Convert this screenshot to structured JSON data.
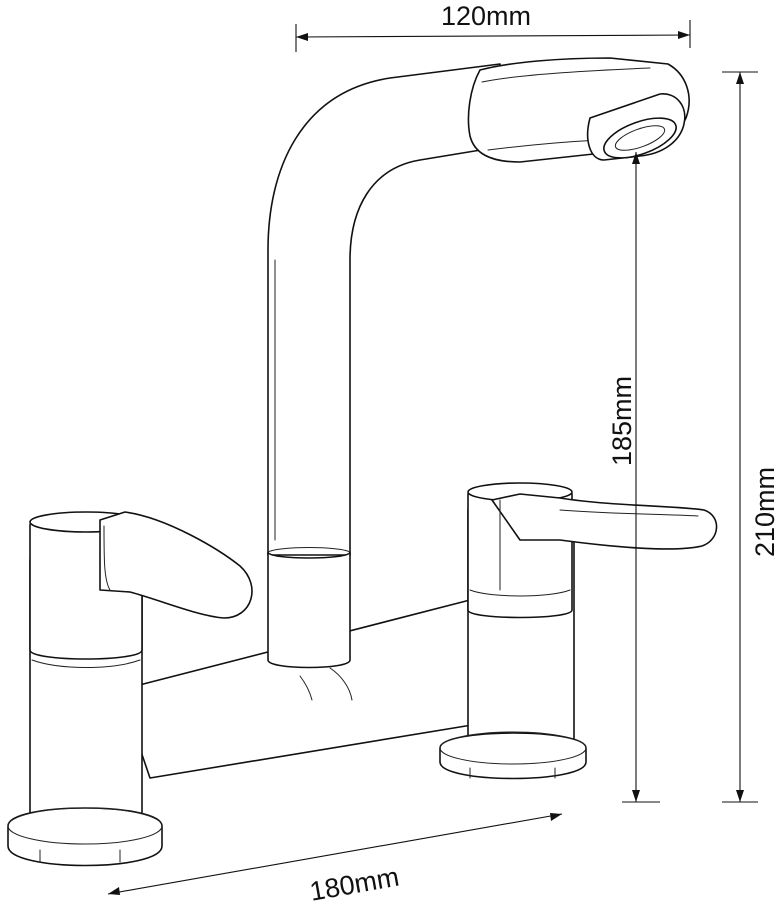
{
  "dimensions": {
    "spout_reach": "120mm",
    "spout_height": "185mm",
    "total_height": "210mm",
    "center_width": "180mm"
  }
}
